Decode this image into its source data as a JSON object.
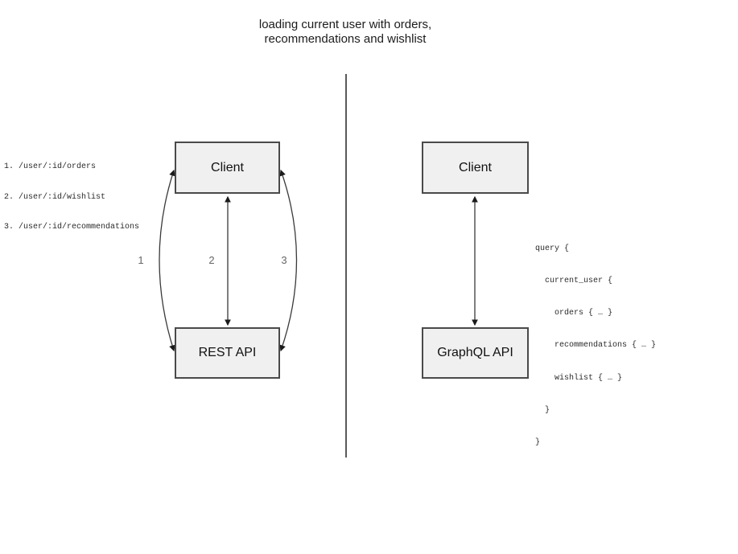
{
  "title": {
    "line1": "loading current user with orders,",
    "line2": "recommendations and wishlist"
  },
  "left_panel": {
    "endpoints": [
      "1. /user/:id/orders",
      "2. /user/:id/wishlist",
      "3. /user/:id/recommendations"
    ],
    "client_box_label": "Client",
    "api_box_label": "REST API",
    "arrow_labels": [
      "1",
      "2",
      "3"
    ]
  },
  "right_panel": {
    "client_box_label": "Client",
    "api_box_label": "GraphQL API",
    "query_lines": [
      "query {",
      "  current_user {",
      "    orders { … }",
      "    recommendations { … }",
      "    wishlist { … }",
      "  }",
      "}"
    ]
  },
  "colors": {
    "background": "#ffffff",
    "box_fill": "#f0f0f0",
    "box_border": "#4a4a4a",
    "arrow": "#3a3a3a",
    "divider": "#5a5a5a",
    "label_gray": "#666666",
    "text": "#1c1c1c"
  }
}
